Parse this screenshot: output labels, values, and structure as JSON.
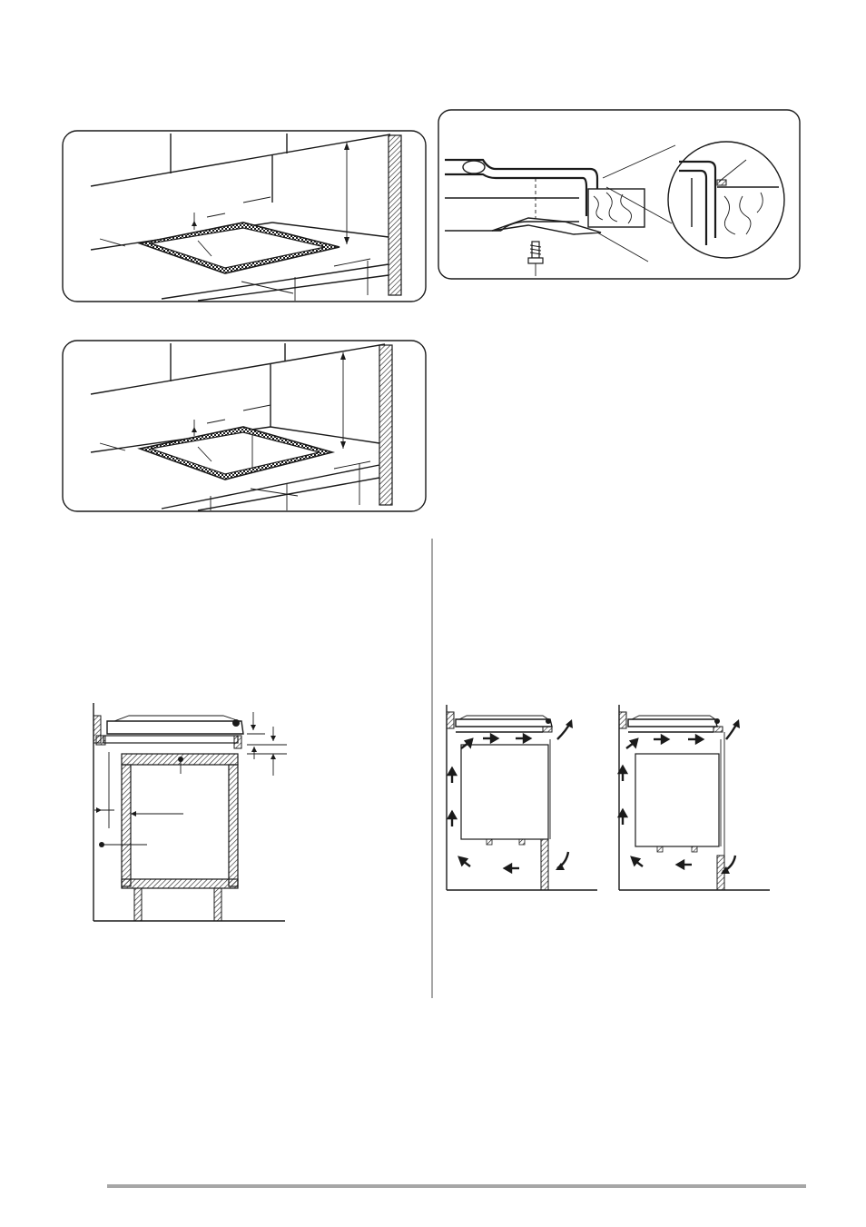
{
  "page": {
    "background": "#ffffff",
    "line_color": "#1a1a1a",
    "rule_color": "#a6a6a6"
  },
  "figures": [
    {
      "id": "countertop-cutout-wall",
      "kind": "cutout perspective, wall-mounted"
    },
    {
      "id": "hob-fixing-bracket",
      "kind": "section with screw and detail magnifier"
    },
    {
      "id": "countertop-cutout-freestanding",
      "kind": "cutout perspective"
    },
    {
      "id": "cabinet-section",
      "kind": "hob above cabinet section"
    },
    {
      "id": "ventilation-oven-a",
      "kind": "airflow under hob with oven"
    },
    {
      "id": "ventilation-oven-b",
      "kind": "airflow under hob with oven"
    }
  ],
  "icons": [
    "arrow-icon",
    "screw-icon",
    "curved-arrow-icon"
  ]
}
